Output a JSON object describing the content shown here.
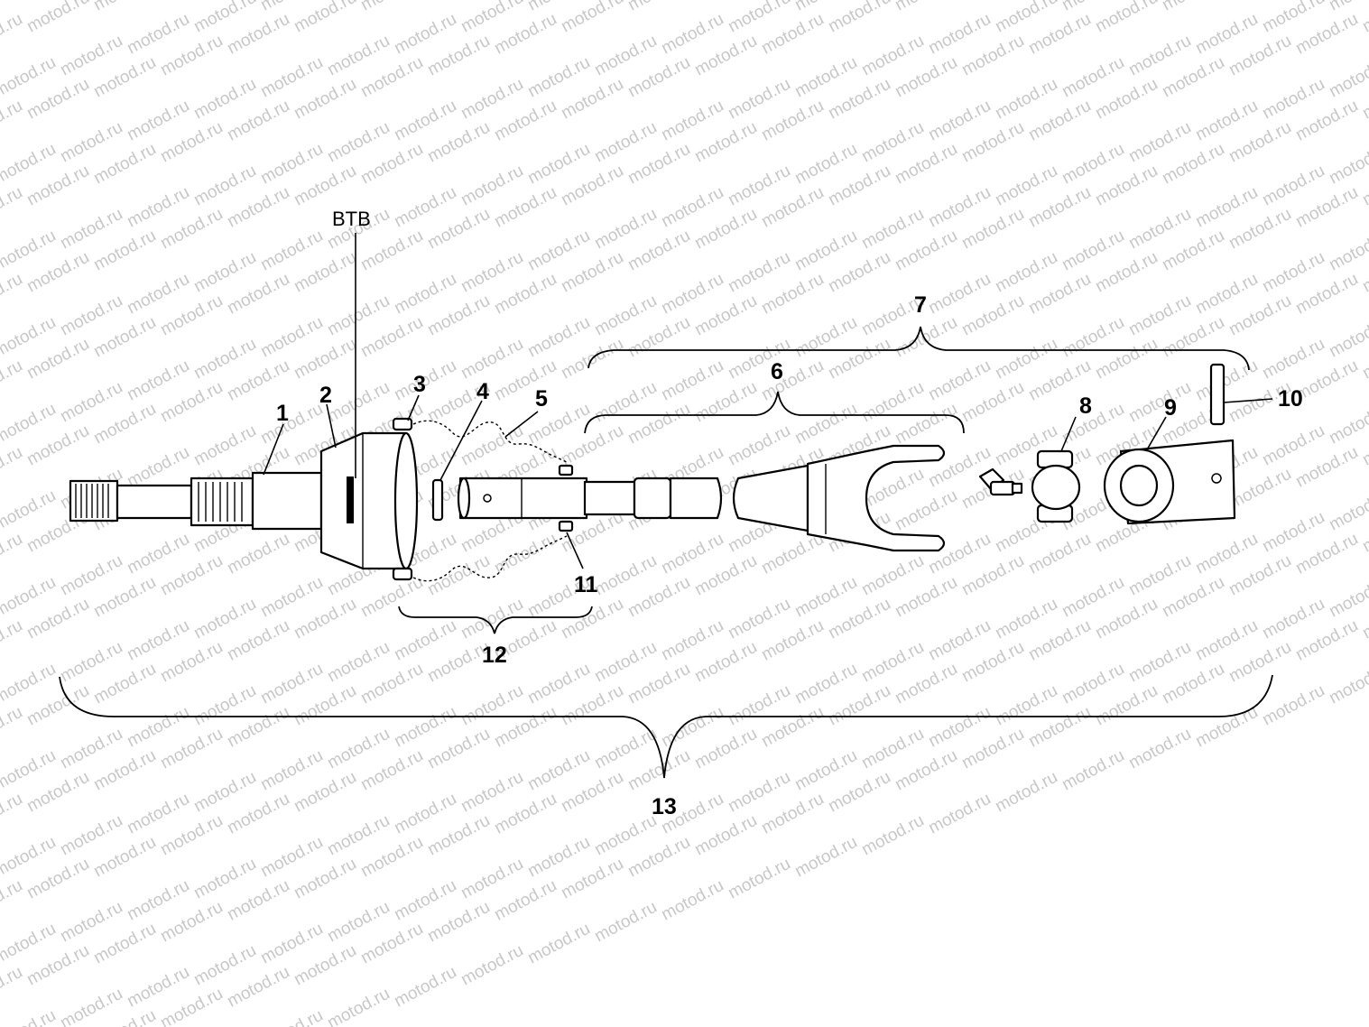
{
  "watermark": "motod.ru",
  "labels": {
    "btb": "BTB",
    "c1": "1",
    "c2": "2",
    "c3": "3",
    "c4": "4",
    "c5": "5",
    "c6": "6",
    "c7": "7",
    "c8": "8",
    "c9": "9",
    "c10": "10",
    "c11": "11",
    "c12": "12",
    "c13": "13"
  }
}
